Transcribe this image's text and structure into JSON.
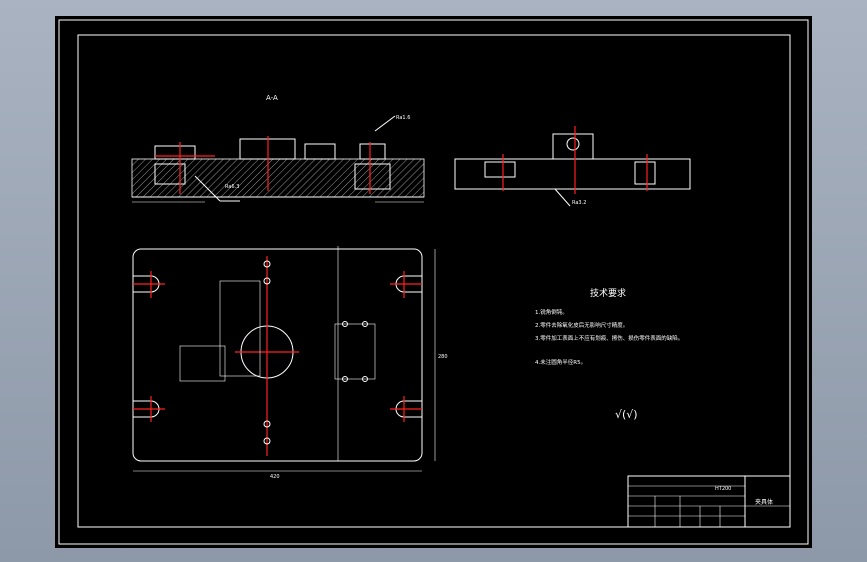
{
  "section_label": "A-A",
  "notes": {
    "title": "技术要求",
    "items": [
      "1.锐角倒钝。",
      "2.零件去除氧化皮后无影响尺寸精度。",
      "3.零件加工表面上不应有划痕、擦伤、损伤零件表面的缺陷。",
      "4.未注圆角半径R5。"
    ]
  },
  "roughness_note": "√(√)",
  "title_block": {
    "drawing_name": "夹具体",
    "part_code": "HT200"
  },
  "dims": {
    "plan_width": "420",
    "plan_height": "280",
    "ra_label": "Ra1.6",
    "ra_label2": "Ra6.3",
    "ra_label3": "Ra3.2"
  },
  "colors": {
    "background": "#000000",
    "frame": "#ffffff",
    "centerline": "#ff2020"
  }
}
